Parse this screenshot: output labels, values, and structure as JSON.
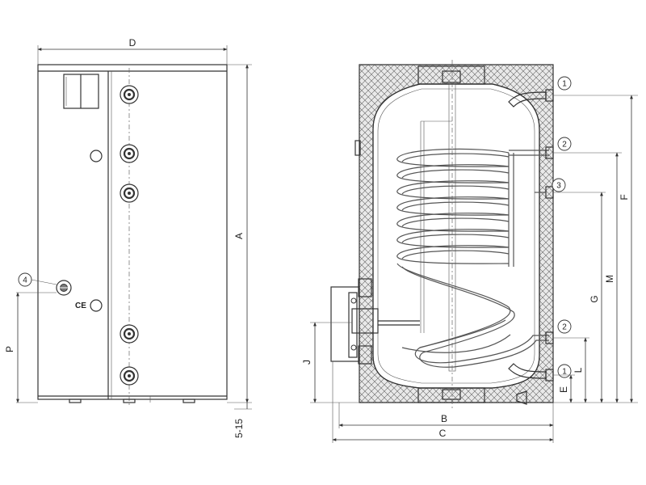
{
  "front_view": {
    "dimension_labels": {
      "width": "D",
      "height": "A",
      "feet": "5-15",
      "port_height": "P"
    },
    "callout": "4",
    "ce_mark": "CE",
    "port_icon": "connection-port-icon"
  },
  "section_view": {
    "dimension_labels": {
      "outer_width": "B",
      "overall_width": "C",
      "top_outlet_height": "F",
      "upper_coil_height": "M",
      "middle_port_height": "G",
      "flange_height": "J",
      "lower_coil_height": "L",
      "bottom_inlet_height": "E"
    },
    "callouts": [
      "1",
      "2",
      "3",
      "2",
      "1"
    ]
  }
}
